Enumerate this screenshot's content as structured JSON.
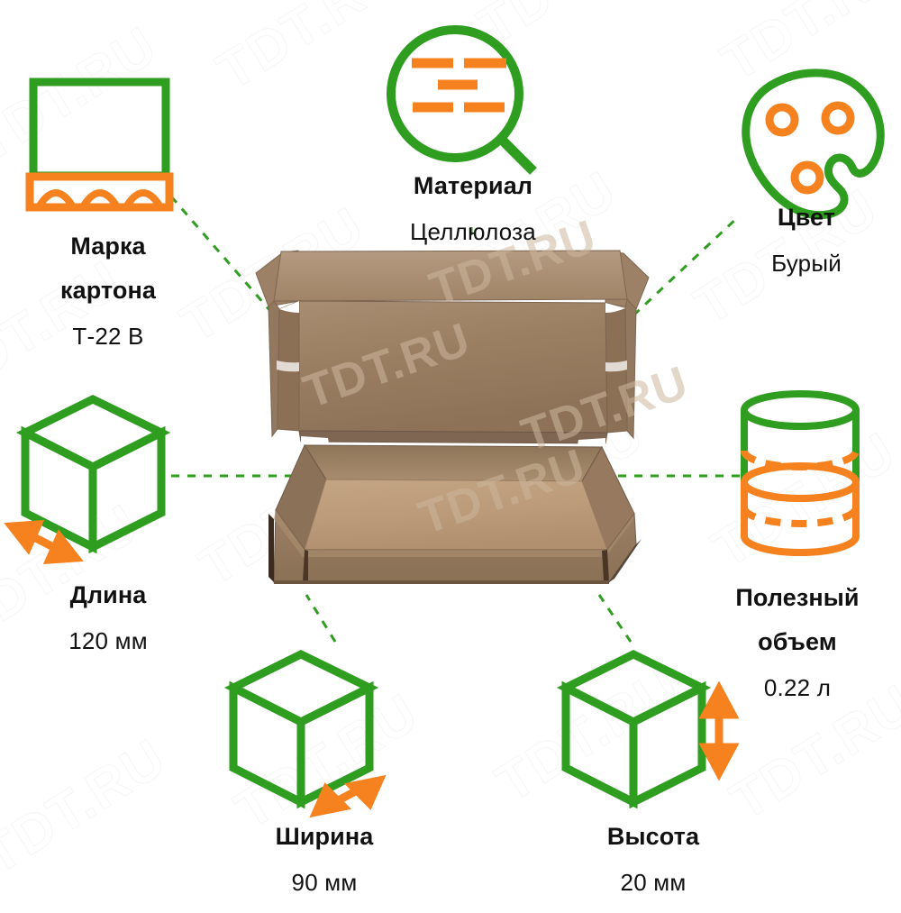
{
  "page": {
    "background_color": "#ffffff",
    "accent_green": "#2f9e20",
    "accent_orange": "#f5821f",
    "text_color": "#111111",
    "watermark_text": "TDT.RU"
  },
  "features": [
    {
      "id": "grade",
      "icon": "corrugated-cardboard-icon",
      "title": "Марка",
      "title_line2": "картона",
      "value": "Т-22 В"
    },
    {
      "id": "material",
      "icon": "magnifier-icon",
      "title": "Материал",
      "value": "Целлюлоза"
    },
    {
      "id": "color",
      "icon": "palette-icon",
      "title": "Цвет",
      "value": "Бурый"
    },
    {
      "id": "length",
      "icon": "cube-length-icon",
      "title": "Длина",
      "value": "120 мм"
    },
    {
      "id": "volume",
      "icon": "cylinder-volume-icon",
      "title": "Полезный",
      "title_line2": "объем",
      "value": "0.22 л"
    },
    {
      "id": "width",
      "icon": "cube-width-icon",
      "title": "Ширина",
      "value": "90 мм"
    },
    {
      "id": "height",
      "icon": "cube-height-icon",
      "title": "Высота",
      "value": "20 мм"
    }
  ],
  "product_photo": {
    "name": "cardboard-mailer-box-photo",
    "alt": "Открытая картонная коробка бурого цвета",
    "watermark": "TDT.RU"
  }
}
